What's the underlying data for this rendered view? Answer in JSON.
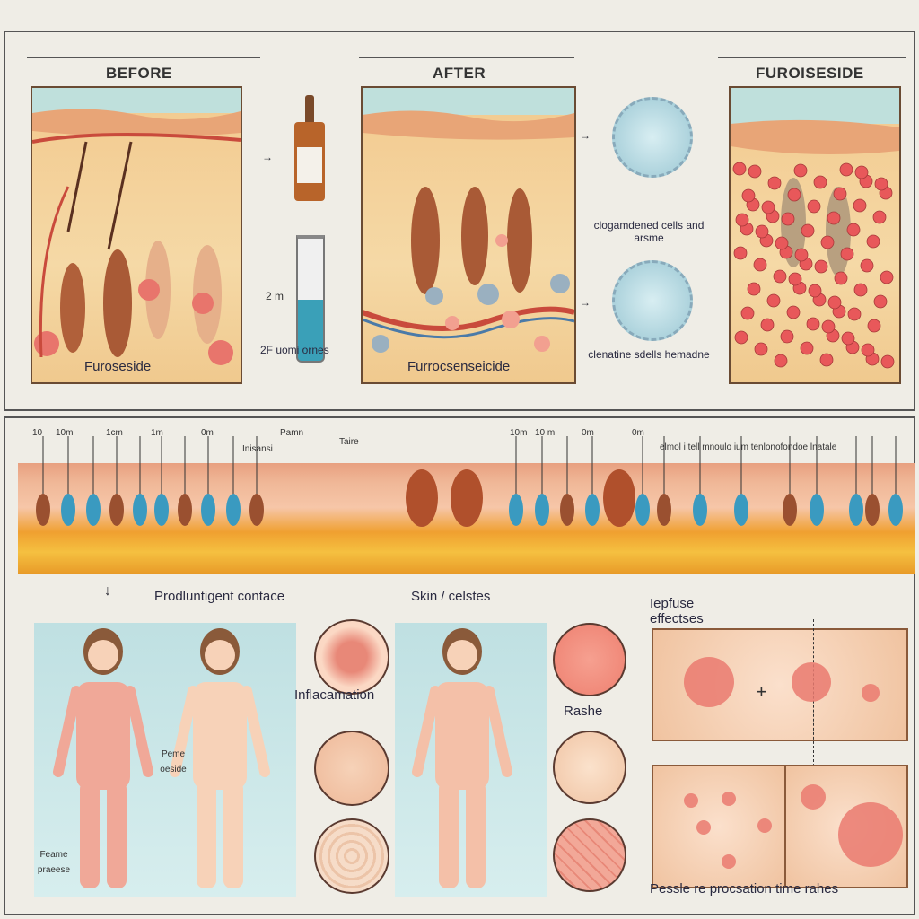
{
  "top": {
    "before_header": "BEFORE",
    "after_header": "AFTER",
    "right_header": "FUROISESIDE",
    "before_panel_label": "Furoseside",
    "after_panel_label": "Furrocsenseicide",
    "syringe_volume": "2 m",
    "syringe_caption": "2F uomi ornes",
    "cell_top_caption": "clogamdened cells and arsme",
    "cell_bottom_caption": "clenatine sdells hemadne"
  },
  "strip": {
    "scale_labels": [
      "10",
      "10m",
      "1cm",
      "1m",
      "0m",
      "Pamn",
      "Taire",
      "10m",
      "10 m",
      "0m",
      "0m"
    ],
    "small_label": "Inisansi",
    "long_label": "elmol i tell mnoulo ium tenlonofondoe lnatale"
  },
  "bottom": {
    "left_heading": "Prodluntigent contace",
    "mid_heading": "Skin / celstes",
    "right_heading_line1": "Iepfuse",
    "right_heading_line2": "effectses",
    "inflammation_label": "Inflacamation",
    "rash_label": "Rashe",
    "side_label_1": "Peme oeside",
    "side_label_2": "Feame praeese",
    "right_caption": "Pessle re procsation time rahes"
  }
}
